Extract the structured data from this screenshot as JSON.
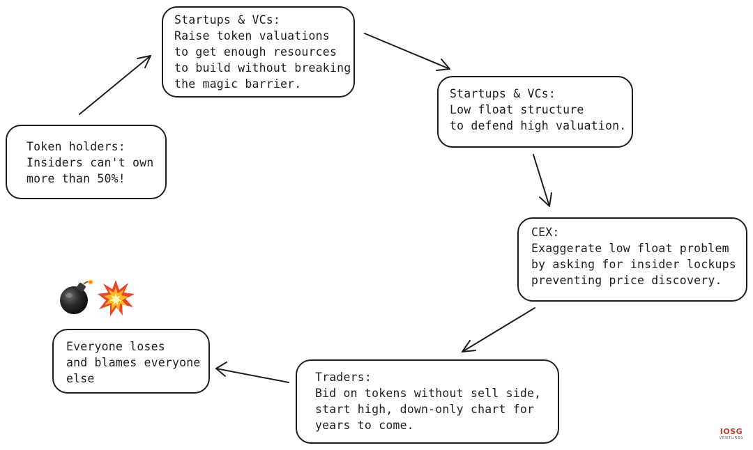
{
  "nodes": {
    "startups_raise": {
      "text": "Startups & VCs:\nRaise token valuations\nto get enough resources\nto build without breaking\nthe magic barrier."
    },
    "startups_low_float": {
      "text": "Startups & VCs:\nLow float structure\nto defend high valuation."
    },
    "cex": {
      "text": "CEX:\nExaggerate low float problem\nby asking for insider lockups\npreventing price discovery."
    },
    "traders": {
      "text": "Traders:\nBid on tokens without sell side,\nstart high, down-only chart for\nyears to come."
    },
    "everyone": {
      "text": "Everyone loses\nand blames everyone\nelse"
    },
    "token_holders": {
      "text": "Token holders:\nInsiders can't own\nmore than 50%!"
    }
  },
  "decorations": {
    "icons": [
      "bomb-icon",
      "explosion-icon"
    ]
  },
  "logo": {
    "main": "IOSG",
    "sub": "VENTURES"
  },
  "colors": {
    "stroke": "#1e1e1e",
    "background": "#ffffff",
    "logo_accent": "#c0392b"
  }
}
